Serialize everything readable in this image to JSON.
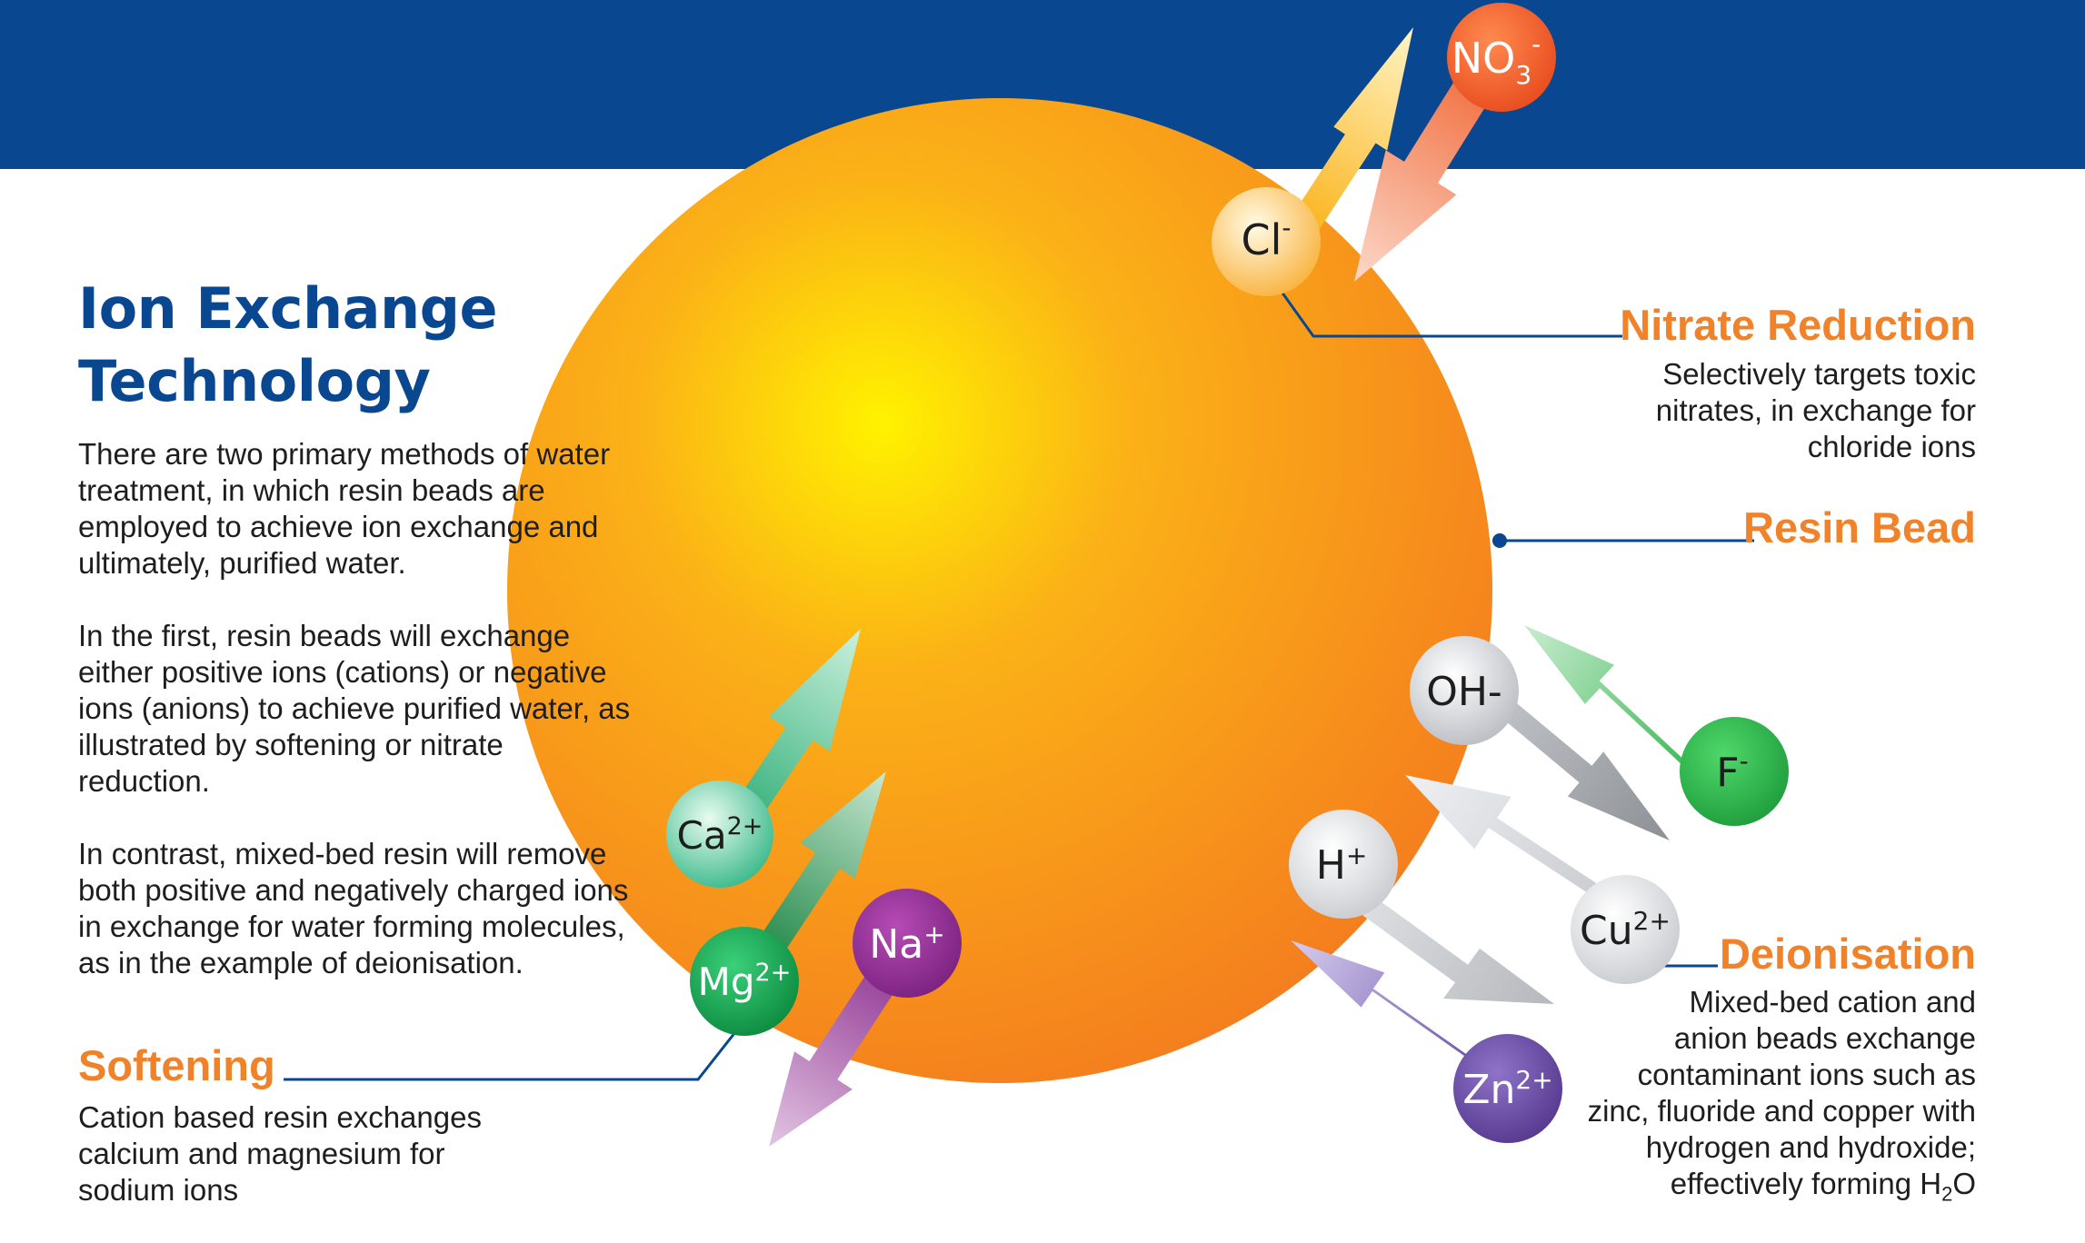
{
  "colors": {
    "brand_blue": "#0a4791",
    "accent_orange": "#f0822a",
    "body_text": "#1e1e1e",
    "bead_center": "#fff200",
    "bead_edge": "#f5841f"
  },
  "title": {
    "line1": "Ion Exchange",
    "line2": "Technology"
  },
  "intro": {
    "paragraph1": "There are two primary methods of water treatment, in which resin beads are employed to achieve ion exchange and ultimately, purified water.",
    "paragraph2": "In the first, resin beads will exchange either positive ions (cations) or negative ions (anions) to achieve purified water, as illustrated by softening or nitrate reduction.",
    "paragraph3": "In contrast, mixed-bed resin will remove both positive and negatively charged ions in exchange for water forming molecules, as in the example of deionisation."
  },
  "softening": {
    "heading": "Softening",
    "lines": [
      "Cation based resin exchanges",
      "calcium and magnesium for",
      "sodium ions"
    ]
  },
  "nitrate": {
    "heading": "Nitrate Reduction",
    "lines": [
      "Selectively targets toxic",
      "nitrates, in exchange for",
      "chloride ions"
    ]
  },
  "resin_bead": {
    "label": "Resin Bead"
  },
  "deionisation": {
    "heading": "Deionisation",
    "lines": [
      "Mixed-bed cation and",
      "anion beads exchange",
      "contaminant ions such as",
      "zinc, fluoride and copper with",
      "hydrogen and hydroxide;"
    ],
    "last_line_prefix": "effectively forming H",
    "last_line_sub": "2",
    "last_line_suffix": "O"
  },
  "ions": {
    "no3": {
      "base": "NO",
      "sub": "3",
      "sup": "-",
      "color": "#ef5a24",
      "icon": "nitrate-ion-icon"
    },
    "cl": {
      "base": "Cl",
      "sup": "-",
      "color": "#fbb84a",
      "icon": "chloride-ion-icon"
    },
    "ca": {
      "base": "Ca",
      "sup": "2+",
      "color": "#3fbf8a",
      "icon": "calcium-ion-icon"
    },
    "mg": {
      "base": "Mg",
      "sup": "2+",
      "color": "#139a48",
      "icon": "magnesium-ion-icon"
    },
    "na": {
      "base": "Na",
      "sup": "+",
      "color": "#8b2a8c",
      "icon": "sodium-ion-icon"
    },
    "oh": {
      "base": "OH-",
      "color": "#c9ccd0",
      "icon": "hydroxide-ion-icon"
    },
    "f": {
      "base": "F",
      "sup": "-",
      "color": "#2db34a",
      "icon": "fluoride-ion-icon"
    },
    "h": {
      "base": "H",
      "sup": "+",
      "color": "#d9dcdf",
      "icon": "hydrogen-ion-icon"
    },
    "cu": {
      "base": "Cu",
      "sup": "2+",
      "color": "#d9dcdf",
      "icon": "copper-ion-icon"
    },
    "zn": {
      "base": "Zn",
      "sup": "2+",
      "color": "#6a4fa3",
      "icon": "zinc-ion-icon"
    }
  }
}
